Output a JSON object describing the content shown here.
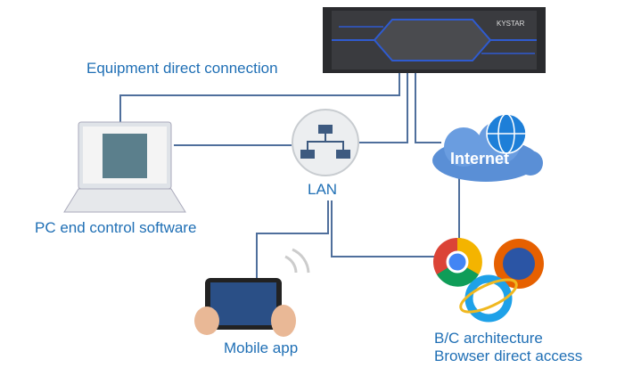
{
  "device": {
    "brand": "KYSTAR"
  },
  "labels": {
    "equipment": "Equipment direct connection",
    "pc": "PC end control software",
    "lan": "LAN",
    "internet": "Internet",
    "mobile": "Mobile app",
    "bc1": "B/C architecture",
    "bc2": "Browser direct access"
  },
  "colors": {
    "wire": "#4f6f9c",
    "label": "#1f6fb5"
  }
}
